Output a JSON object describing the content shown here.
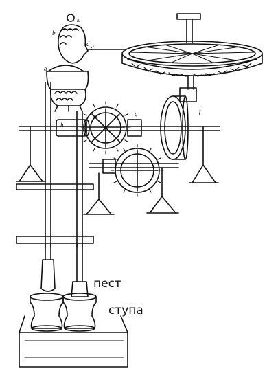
{
  "labels": {
    "a": "a",
    "b": "b",
    "c": "c",
    "d": "d",
    "f": "f",
    "g": "g",
    "h": "h",
    "k": "k"
  },
  "captions": {
    "pestle": "пест",
    "mortar": "ступа"
  },
  "colors": {
    "ink": "#111111",
    "paper": "#ffffff"
  }
}
